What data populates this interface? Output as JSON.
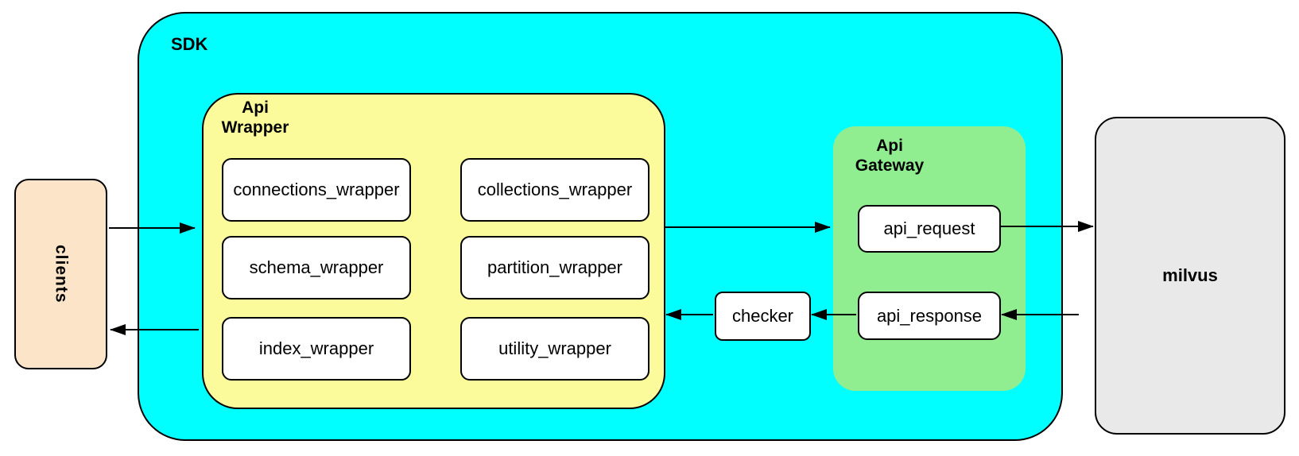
{
  "diagram": {
    "clients": {
      "label": "clients"
    },
    "sdk": {
      "label": "SDK"
    },
    "api_wrapper": {
      "label": "Api Wrapper",
      "modules": [
        "connections_wrapper",
        "collections_wrapper",
        "schema_wrapper",
        "partition_wrapper",
        "index_wrapper",
        "utility_wrapper"
      ]
    },
    "checker": {
      "label": "checker"
    },
    "api_gateway": {
      "label": "Api Gateway",
      "request_label": "api_request",
      "response_label": "api_response"
    },
    "milvus": {
      "label": "milvus"
    },
    "flows": [
      {
        "from": "clients",
        "to": "api_wrapper"
      },
      {
        "from": "api_wrapper",
        "to": "api_gateway"
      },
      {
        "from": "api_request",
        "to": "milvus"
      },
      {
        "from": "milvus",
        "to": "api_response"
      },
      {
        "from": "api_response",
        "to": "checker"
      },
      {
        "from": "checker",
        "to": "api_wrapper"
      },
      {
        "from": "api_wrapper",
        "to": "clients"
      }
    ],
    "colors": {
      "sdk_fill": "#00FFFF",
      "api_wrapper_fill": "#FBFB9B",
      "api_gateway_fill": "#90EE90",
      "clients_fill": "#FCE4C8",
      "milvus_fill": "#E9E9E9",
      "node_fill": "#FFFFFF",
      "border": "#000000"
    }
  }
}
